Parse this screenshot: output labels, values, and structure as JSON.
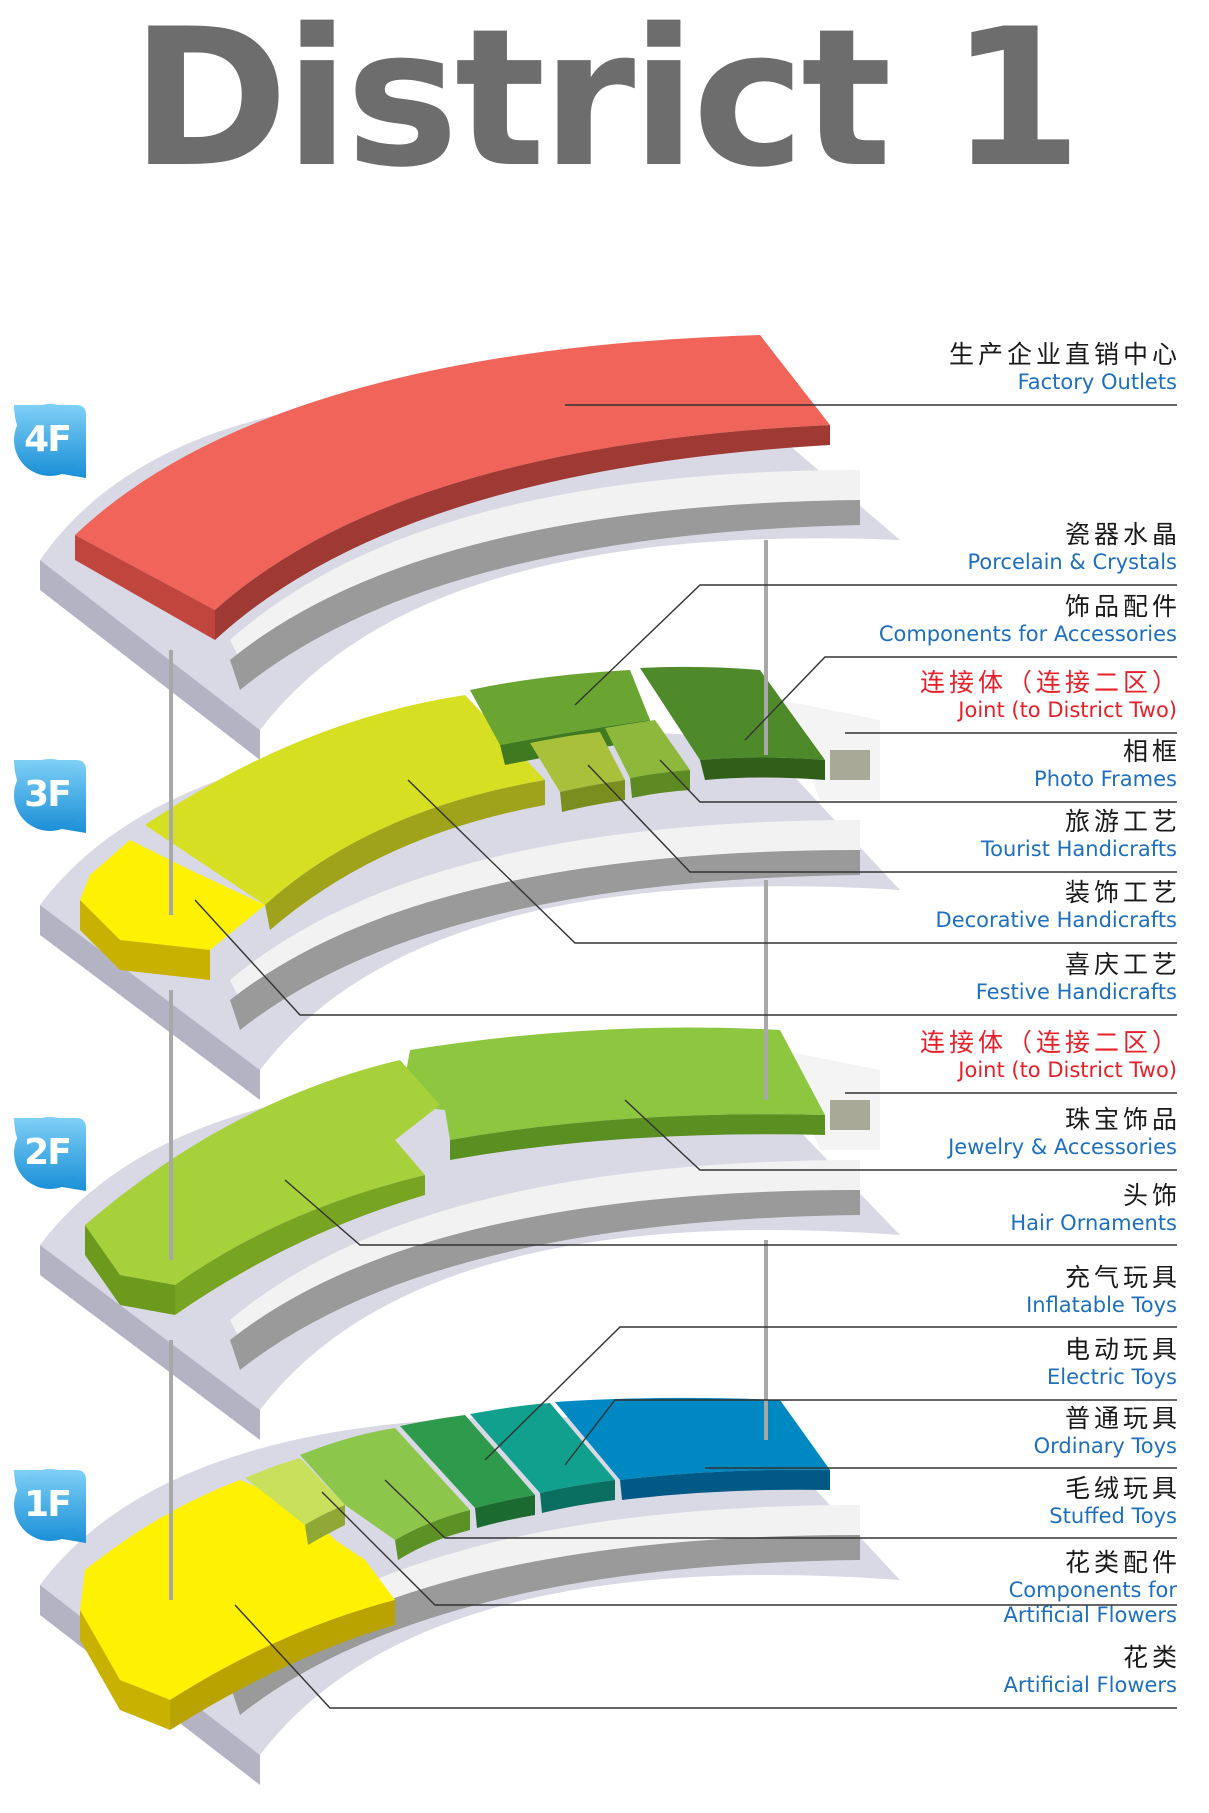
{
  "title": "District 1",
  "floors": [
    {
      "id": "4F",
      "label": "4F",
      "top": 0
    },
    {
      "id": "3F",
      "label": "3F"
    },
    {
      "id": "2F",
      "label": "2F"
    },
    {
      "id": "1F",
      "label": "1F"
    }
  ],
  "labels": [
    {
      "cn": "生产企业直销中心",
      "en": "Factory Outlets"
    },
    {
      "cn": "瓷器水晶",
      "en": "Porcelain & Crystals"
    },
    {
      "cn": "饰品配件",
      "en": "Components for Accessories"
    },
    {
      "cn": "连接体（连接二区）",
      "en": "Joint (to District Two)"
    },
    {
      "cn": "相框",
      "en": "Photo Frames"
    },
    {
      "cn": "旅游工艺",
      "en": "Tourist Handicrafts"
    },
    {
      "cn": "装饰工艺",
      "en": "Decorative Handicrafts"
    },
    {
      "cn": "喜庆工艺",
      "en": "Festive Handicrafts"
    },
    {
      "cn": "连接体（连接二区）",
      "en": "Joint (to District Two)"
    },
    {
      "cn": "珠宝饰品",
      "en": "Jewelry & Accessories"
    },
    {
      "cn": "头饰",
      "en": "Hair Ornaments"
    },
    {
      "cn": "充气玩具",
      "en": "Inflatable Toys"
    },
    {
      "cn": "电动玩具",
      "en": "Electric Toys"
    },
    {
      "cn": "普通玩具",
      "en": "Ordinary Toys"
    },
    {
      "cn": "毛绒玩具",
      "en": "Stuffed Toys"
    },
    {
      "cn": "花类配件",
      "en": "Components for Artificial Flowers"
    },
    {
      "cn": "花类",
      "en": "Artificial Flowers"
    }
  ],
  "colors": {
    "title": "#6d6d6d",
    "label_cn": "#1a1a1a",
    "label_en": "#1f6fbf",
    "joint": "#e8202a",
    "factory_outlets": "#f0645a",
    "porcelain": "#6aa431",
    "components_accessories": "#4f8a2a",
    "photo_frames": "#8db83c",
    "tourist": "#a9c13a",
    "decorative": "#d7df23",
    "festive": "#fff200",
    "jewelry": "#8dc63f",
    "hair": "#a6d13a",
    "inflatable": "#2e9a4b",
    "electric": "#12a08e",
    "ordinary": "#0088c2",
    "stuffed": "#8cc64a",
    "flower_components": "#c8e05b",
    "flowers": "#fff200",
    "badge": "#29a9e8"
  }
}
